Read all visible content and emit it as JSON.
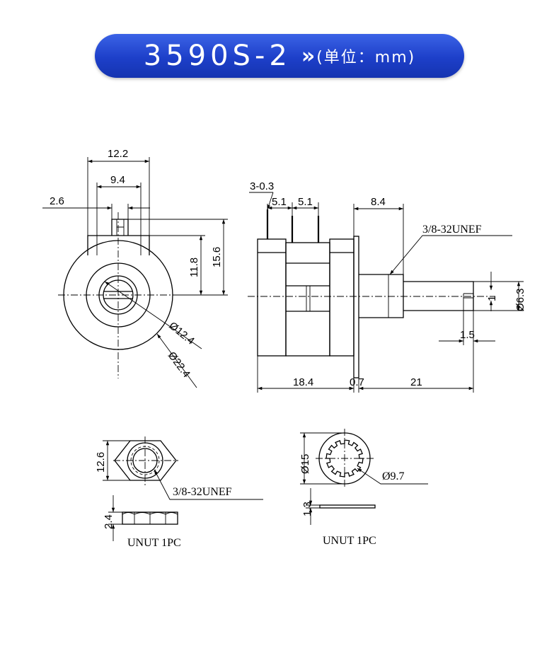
{
  "header": {
    "model": "3590S-2",
    "chevron": "»",
    "unit": "(单位：mm)"
  },
  "front_view": {
    "dim_width": "12.2",
    "dim_inner": "9.4",
    "dim_slot": "2.6",
    "dim_height_small": "11.8",
    "dim_height_large": "15.6",
    "dia_inner": "Ø12.4",
    "dia_outer": "Ø22.4"
  },
  "side_view": {
    "pins": "3-0.3",
    "pin_spacing_1": "5.1",
    "pin_spacing_2": "5.1",
    "thread_length": "8.4",
    "thread": "3/8-32UNEF",
    "shaft_dia": "Ø6.3",
    "flat": "1",
    "shaft_end": "1.5",
    "body_length": "18.4",
    "gap": "0.7",
    "shaft_length": "21"
  },
  "nut_view": {
    "nut_width": "12.6",
    "nut_thread": "3/8-32UNEF",
    "nut_thickness": "2.4",
    "nut_note": "UNUT 1PC"
  },
  "washer_view": {
    "washer_od": "Ø15",
    "washer_id": "Ø9.7",
    "washer_thickness": "1.3",
    "washer_note": "UNUT 1PC"
  }
}
